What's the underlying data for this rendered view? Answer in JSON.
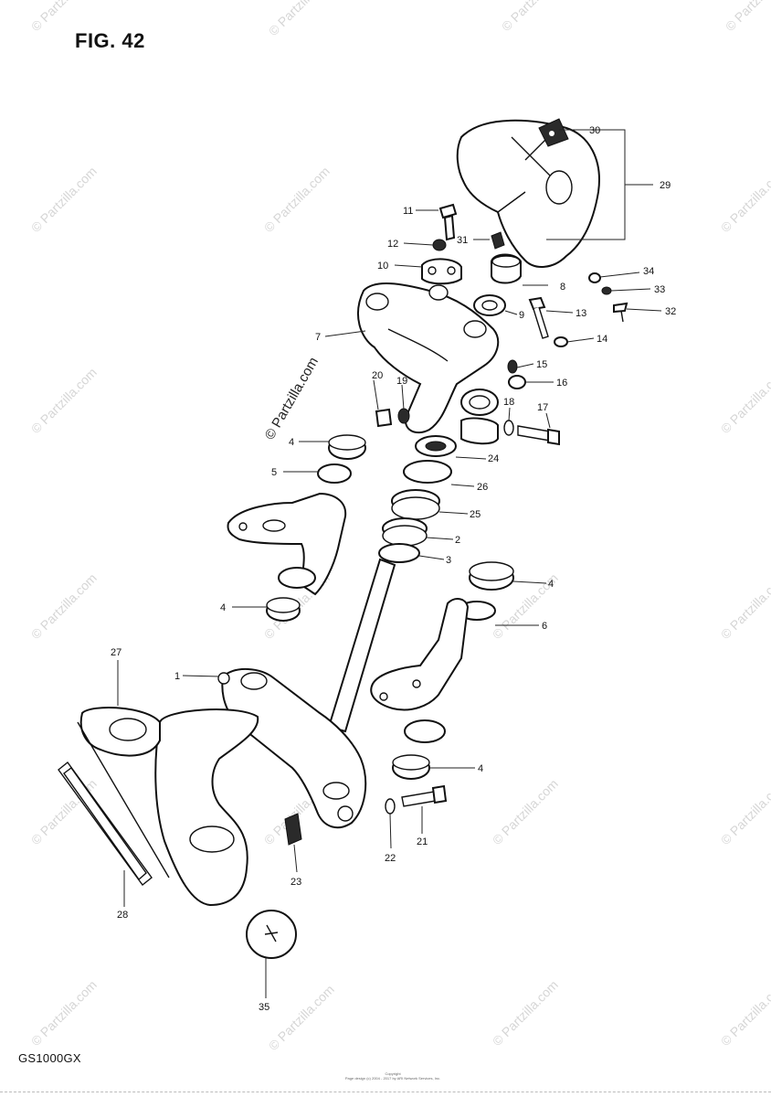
{
  "figure": {
    "title": "FIG. 42",
    "model": "GS1000GX",
    "footer_line1": "Copyright",
    "footer_line2": "Page design (c) 2004 - 2017 by ARI Network Services, Inc."
  },
  "watermark": {
    "text": "© Partzilla.com",
    "main_text": "© Partzilla.com"
  },
  "callouts": [
    {
      "id": "30",
      "label": "30"
    },
    {
      "id": "29",
      "label": "29"
    },
    {
      "id": "11",
      "label": "11"
    },
    {
      "id": "12",
      "label": "12"
    },
    {
      "id": "31",
      "label": "31"
    },
    {
      "id": "10",
      "label": "10"
    },
    {
      "id": "8",
      "label": "8"
    },
    {
      "id": "34",
      "label": "34"
    },
    {
      "id": "33",
      "label": "33"
    },
    {
      "id": "32",
      "label": "32"
    },
    {
      "id": "9",
      "label": "9"
    },
    {
      "id": "13",
      "label": "13"
    },
    {
      "id": "7",
      "label": "7"
    },
    {
      "id": "14",
      "label": "14"
    },
    {
      "id": "15",
      "label": "15"
    },
    {
      "id": "16",
      "label": "16"
    },
    {
      "id": "20",
      "label": "20"
    },
    {
      "id": "19",
      "label": "19"
    },
    {
      "id": "18",
      "label": "18"
    },
    {
      "id": "17",
      "label": "17"
    },
    {
      "id": "4a",
      "label": "4"
    },
    {
      "id": "24",
      "label": "24"
    },
    {
      "id": "5",
      "label": "5"
    },
    {
      "id": "26",
      "label": "26"
    },
    {
      "id": "25",
      "label": "25"
    },
    {
      "id": "2",
      "label": "2"
    },
    {
      "id": "3",
      "label": "3"
    },
    {
      "id": "4b",
      "label": "4"
    },
    {
      "id": "4c",
      "label": "4"
    },
    {
      "id": "6",
      "label": "6"
    },
    {
      "id": "27",
      "label": "27"
    },
    {
      "id": "1",
      "label": "1"
    },
    {
      "id": "4d",
      "label": "4"
    },
    {
      "id": "21",
      "label": "21"
    },
    {
      "id": "22",
      "label": "22"
    },
    {
      "id": "23",
      "label": "23"
    },
    {
      "id": "28",
      "label": "28"
    },
    {
      "id": "35",
      "label": "35"
    }
  ]
}
